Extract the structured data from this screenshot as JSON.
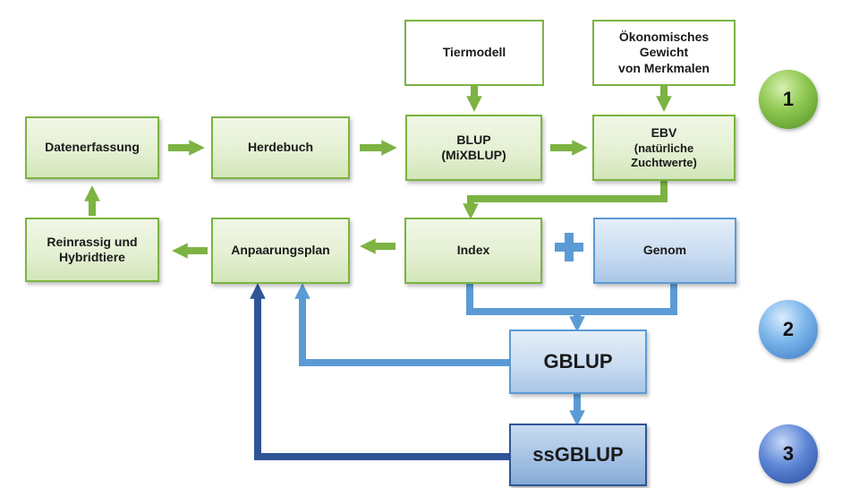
{
  "diagram": {
    "boxes": {
      "tiermodell": "Tiermodell",
      "oekonomisch": "Ökonomisches\nGewicht\nvon Merkmalen",
      "datenerfassung": "Datenerfassung",
      "herdebuch": "Herdebuch",
      "blup": "BLUP\n(MiXBLUP)",
      "ebv_title": "EBV",
      "ebv_sub": "(natürliche\nZuchtwerte)",
      "reinrassig": "Reinrassig und\nHybridtiere",
      "anpaarungsplan": "Anpaarungsplan",
      "index": "Index",
      "genom": "Genom",
      "gblup": "GBLUP",
      "ssgblup": "ssGBLUP"
    },
    "stage_markers": [
      "1",
      "2",
      "3"
    ],
    "colors": {
      "green": "#7cb342",
      "light_blue": "#5b9bd5",
      "dark_blue": "#2f5597"
    }
  }
}
